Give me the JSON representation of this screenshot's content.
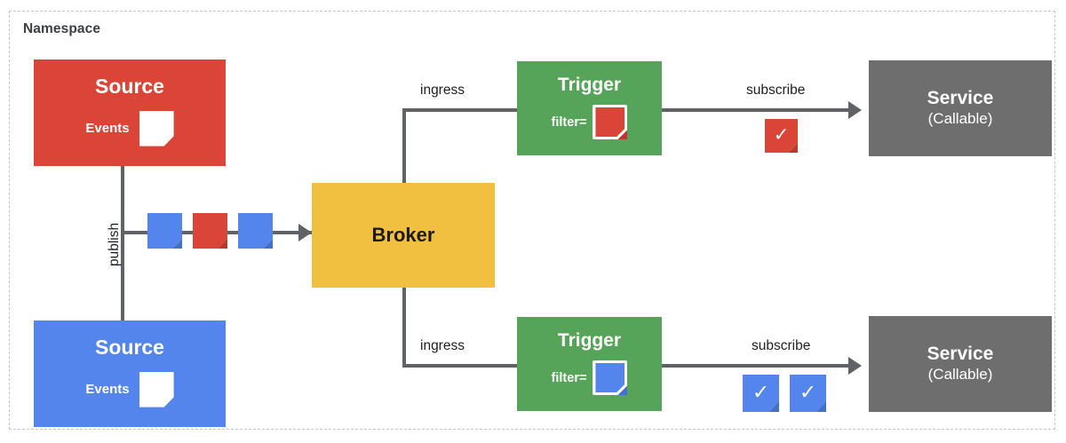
{
  "namespace": {
    "label": "Namespace"
  },
  "colors": {
    "red": "#DB4537",
    "red_fold": "#B83A2E",
    "blue": "#5385EC",
    "blue_fold": "#4470C8",
    "green": "#55A459",
    "yellow": "#F2C040",
    "gray": "#6E6E6E",
    "line": "#5f6368",
    "namespace_border": "#c6c6c6",
    "white": "#FFFFFF"
  },
  "nodes": {
    "source_top": {
      "title": "Source",
      "events_label": "Events",
      "color": "#DB4537",
      "event_doc_color": "#FFFFFF"
    },
    "source_bottom": {
      "title": "Source",
      "events_label": "Events",
      "color": "#5385EC",
      "event_doc_color": "#FFFFFF"
    },
    "broker": {
      "title": "Broker",
      "color": "#F2C040"
    },
    "trigger_top": {
      "title": "Trigger",
      "filter_label": "filter=",
      "color": "#55A459",
      "filter_doc_color": "#DB4537"
    },
    "trigger_bottom": {
      "title": "Trigger",
      "filter_label": "filter=",
      "color": "#55A459",
      "filter_doc_color": "#5385EC"
    },
    "service_top": {
      "title": "Service",
      "subtitle": "(Callable)",
      "color": "#6E6E6E"
    },
    "service_bottom": {
      "title": "Service",
      "subtitle": "(Callable)",
      "color": "#6E6E6E"
    }
  },
  "edges": {
    "publish": {
      "label": "publish"
    },
    "ingress_top": {
      "label": "ingress"
    },
    "ingress_bottom": {
      "label": "ingress"
    },
    "subscribe_top": {
      "label": "subscribe"
    },
    "subscribe_bottom": {
      "label": "subscribe"
    }
  },
  "event_stream": {
    "docs": [
      {
        "color": "#5385EC",
        "name": "event-doc-blue-1"
      },
      {
        "color": "#DB4537",
        "name": "event-doc-red"
      },
      {
        "color": "#5385EC",
        "name": "event-doc-blue-2"
      }
    ]
  },
  "subscribe_badges": {
    "top": [
      {
        "color": "#DB4537",
        "glyph": "✓"
      }
    ],
    "bottom": [
      {
        "color": "#5385EC",
        "glyph": "✓"
      },
      {
        "color": "#5385EC",
        "glyph": "✓"
      }
    ]
  }
}
